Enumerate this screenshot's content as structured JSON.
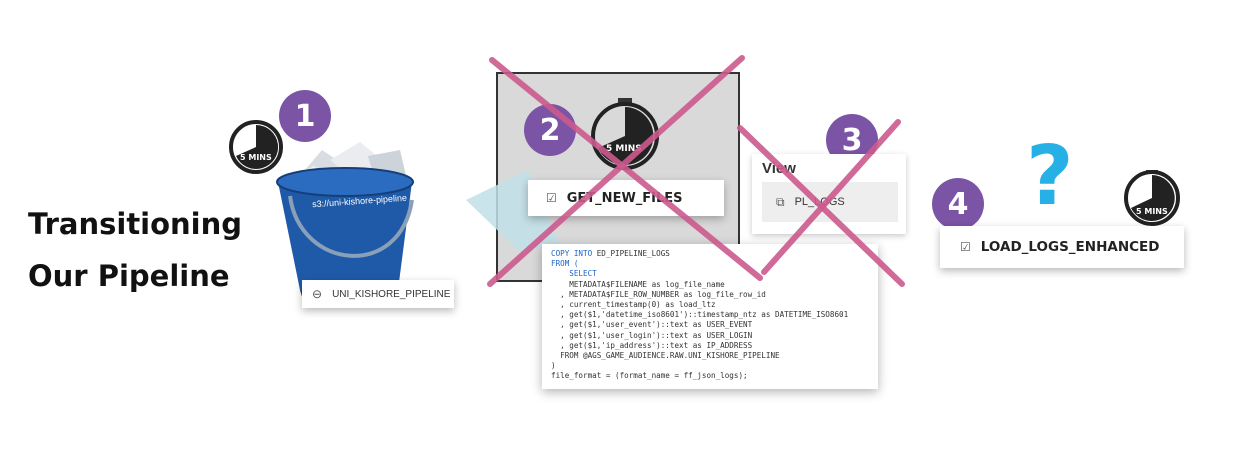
{
  "title": {
    "line1": "Transitioning",
    "line2": "Our Pipeline"
  },
  "steps": [
    {
      "number": "1"
    },
    {
      "number": "2"
    },
    {
      "number": "3"
    },
    {
      "number": "4"
    }
  ],
  "timers": {
    "label": "5 MINS"
  },
  "bucket": {
    "label": "s3://uni-kishore-pipeline",
    "stage_name": "UNI_KISHORE_PIPELINE",
    "stage_icon": "stage-icon"
  },
  "task_get_new_files": {
    "label": "GET_NEW_FILES",
    "icon": "task-icon"
  },
  "view_panel": {
    "title": "View",
    "item": "PL_LOGS",
    "icon": "view-icon"
  },
  "task_load_logs": {
    "label": "LOAD_LOGS_ENHANCED",
    "icon": "task-icon"
  },
  "question_mark": "?",
  "sql": {
    "line1_kw": "COPY INTO",
    "line1_rest": " ED_PIPELINE_LOGS",
    "line2": "FROM (",
    "line3": "    SELECT",
    "line4": "    METADATA$FILENAME as log_file_name",
    "line5": "  , METADATA$FILE_ROW_NUMBER as log_file_row_id",
    "line6": "  , current_timestamp(0) as load_ltz",
    "line7": "  , get($1,'datetime_iso8601')::timestamp_ntz as DATETIME_ISO8601",
    "line8": "  , get($1,'user_event')::text as USER_EVENT",
    "line9": "  , get($1,'user_login')::text as USER_LOGIN",
    "line10": "  , get($1,'ip_address')::text as IP_ADDRESS",
    "line11": "  FROM @AGS_GAME_AUDIENCE.RAW.UNI_KISHORE_PIPELINE",
    "line12": ")",
    "line13": "file_format = (format_name = ff_json_logs);"
  },
  "colors": {
    "badge": "#7b54a6",
    "cross": "#cc5a8e",
    "question": "#27b0e6",
    "bucket": "#1f5aa8"
  }
}
